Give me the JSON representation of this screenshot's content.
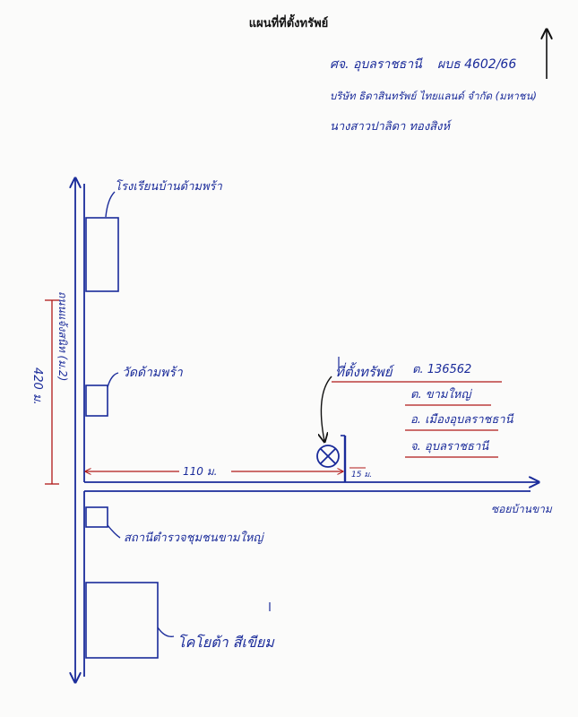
{
  "title": "แผนที่ที่ตั้งทรัพย์",
  "header_notes": {
    "office": "ศจ. อุบลราชธานี",
    "case_no": "ผบธ 4602/66",
    "company": "บริษัท ธิดาสินทรัพย์ ไทยแลนด์ จำกัด (มหาชน)",
    "debtor": "นางสาวปาลิดา ทองสิงห์"
  },
  "north_arrow": "north-arrow",
  "roads": {
    "main_road_label": "ถนนแจ้งสนิท (ม.2)",
    "side_road_label": "ซอยบ้านขาม"
  },
  "landmarks": [
    {
      "label": "โรงเรียนบ้านด้ามพร้า"
    },
    {
      "label": "วัดด้ามพร้า"
    },
    {
      "label": "สถานีตำรวจชุมชนขามใหญ่"
    },
    {
      "label": "โคโยต้า สีเขียม"
    }
  ],
  "distances": {
    "vertical": "420 ม.",
    "horizontal": "110 ม.",
    "setback": "15 ม."
  },
  "property_label": "ที่ตั้งทรัพย์",
  "property_info": [
    "ต. 136562",
    "ต. ขามใหญ่",
    "อ. เมืองอุบลราชธานี",
    "จ. อุบลราชธานี"
  ],
  "colors": {
    "ink_blue": "#1a2b9a",
    "ink_red": "#b01818"
  }
}
